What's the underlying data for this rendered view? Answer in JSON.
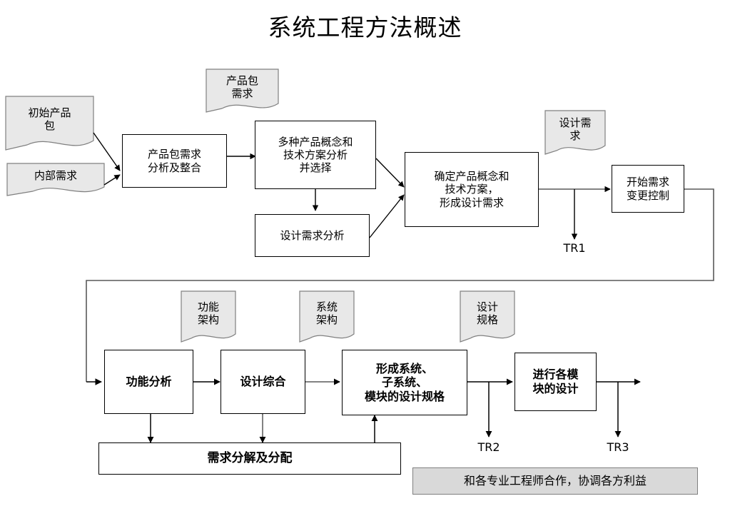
{
  "title": "系统工程方法概述",
  "colors": {
    "doc_fill": "#e8e8e8",
    "doc_stroke": "#808080",
    "box_stroke": "#000000",
    "gray_bar_fill": "#d9d9d9",
    "gray_bar_stroke": "#7f7f7f",
    "connector": "#000000",
    "connector_gray": "#595959",
    "background": "#ffffff"
  },
  "documents": [
    {
      "id": "initial-product-package",
      "label": "初始产品\n包",
      "line1": "初始产品",
      "line2": "包"
    },
    {
      "id": "internal-requirement",
      "label": "内部需求",
      "line1": "内部需求",
      "line2": ""
    },
    {
      "id": "product-package-requirement",
      "label": "产品包\n需求",
      "line1": "产品包",
      "line2": "需求"
    },
    {
      "id": "design-requirement",
      "label": "设计需\n求",
      "line1": "设计需",
      "line2": "求"
    },
    {
      "id": "functional-architecture",
      "label": "功能\n架构",
      "line1": "功能",
      "line2": "架构"
    },
    {
      "id": "system-architecture",
      "label": "系统\n架构",
      "line1": "系统",
      "line2": "架构"
    },
    {
      "id": "design-specification",
      "label": "设计\n规格",
      "line1": "设计",
      "line2": "规格"
    }
  ],
  "processes": {
    "package_requirement_analysis": "产品包需求\n分析及整合",
    "concept_tech_analysis": "多种产品概念和\n技术方案分析\n并选择",
    "design_requirement_analysis": "设计需求分析",
    "determine_concept": "确定产品概念和\n技术方案，\n形成设计需求",
    "start_change_control": "开始需求\n变更控制",
    "functional_analysis": "功能分析",
    "design_synthesis": "设计综合",
    "form_system_spec": "形成系统、\n子系统、\n模块的设计规格",
    "module_design": "进行各模\n块的设计",
    "requirement_decomposition": "需求分解及分配",
    "collaboration_note": "和各专业工程师合作，协调各方利益"
  },
  "process_lines": {
    "package_requirement_analysis": [
      "产品包需求",
      "分析及整合"
    ],
    "concept_tech_analysis": [
      "多种产品概念和",
      "技术方案分析",
      "并选择"
    ],
    "design_requirement_analysis": [
      "设计需求分析"
    ],
    "determine_concept": [
      "确定产品概念和",
      "技术方案，",
      "形成设计需求"
    ],
    "start_change_control": [
      "开始需求",
      "变更控制"
    ],
    "functional_analysis": [
      "功能分析"
    ],
    "design_synthesis": [
      "设计综合"
    ],
    "form_system_spec": [
      "形成系统、",
      "子系统、",
      "模块的设计规格"
    ],
    "module_design": [
      "进行各模",
      "块的设计"
    ],
    "requirement_decomposition": [
      "需求分解及分配"
    ],
    "collaboration_note": [
      "和各专业工程师合作，协调各方利益"
    ]
  },
  "milestones": [
    {
      "id": "tr1",
      "label": "TR1"
    },
    {
      "id": "tr2",
      "label": "TR2"
    },
    {
      "id": "tr3",
      "label": "TR3"
    }
  ]
}
